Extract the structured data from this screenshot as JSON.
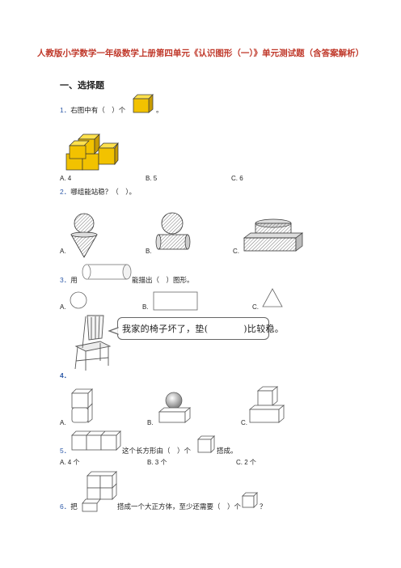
{
  "title": "人教版小学数学一年级数学上册第四单元《认识图形（一）》单元测试题（含答案解析）",
  "section": "一、选择题",
  "questions": [
    {
      "num": "1．",
      "pre": "右图中有（　）个",
      "post": "。",
      "options": [
        "A. 4",
        "B. 5",
        "C. 6"
      ]
    },
    {
      "num": "2．",
      "text": "哪组能站稳？（　）。",
      "options": [
        "A.",
        "B.",
        "C."
      ]
    },
    {
      "num": "3．",
      "pre": "用",
      "post": "能描出（　）图形。",
      "options": [
        "A.",
        "B.",
        "C."
      ]
    },
    {
      "num": "4．",
      "bubble": {
        "pre": "我家的椅子坏了，垫(",
        "post": ")比较稳。"
      },
      "options": [
        "A.",
        "B.",
        "C."
      ]
    },
    {
      "num": "5．",
      "mid": "这个长方形由（　）个",
      "post": "搭成。",
      "options": [
        "A. 4 个",
        "B. 3 个",
        "C. 2 个"
      ]
    },
    {
      "num": "6．",
      "pre": "把",
      "mid": "搭成一个大正方体，至少还需要（　）个",
      "post": "？"
    }
  ],
  "colors": {
    "title": "#c0392b",
    "number": "#2e5aa8",
    "cube_face": "#f2c200",
    "cube_top": "#ffe14d",
    "cube_side": "#c89b00"
  }
}
